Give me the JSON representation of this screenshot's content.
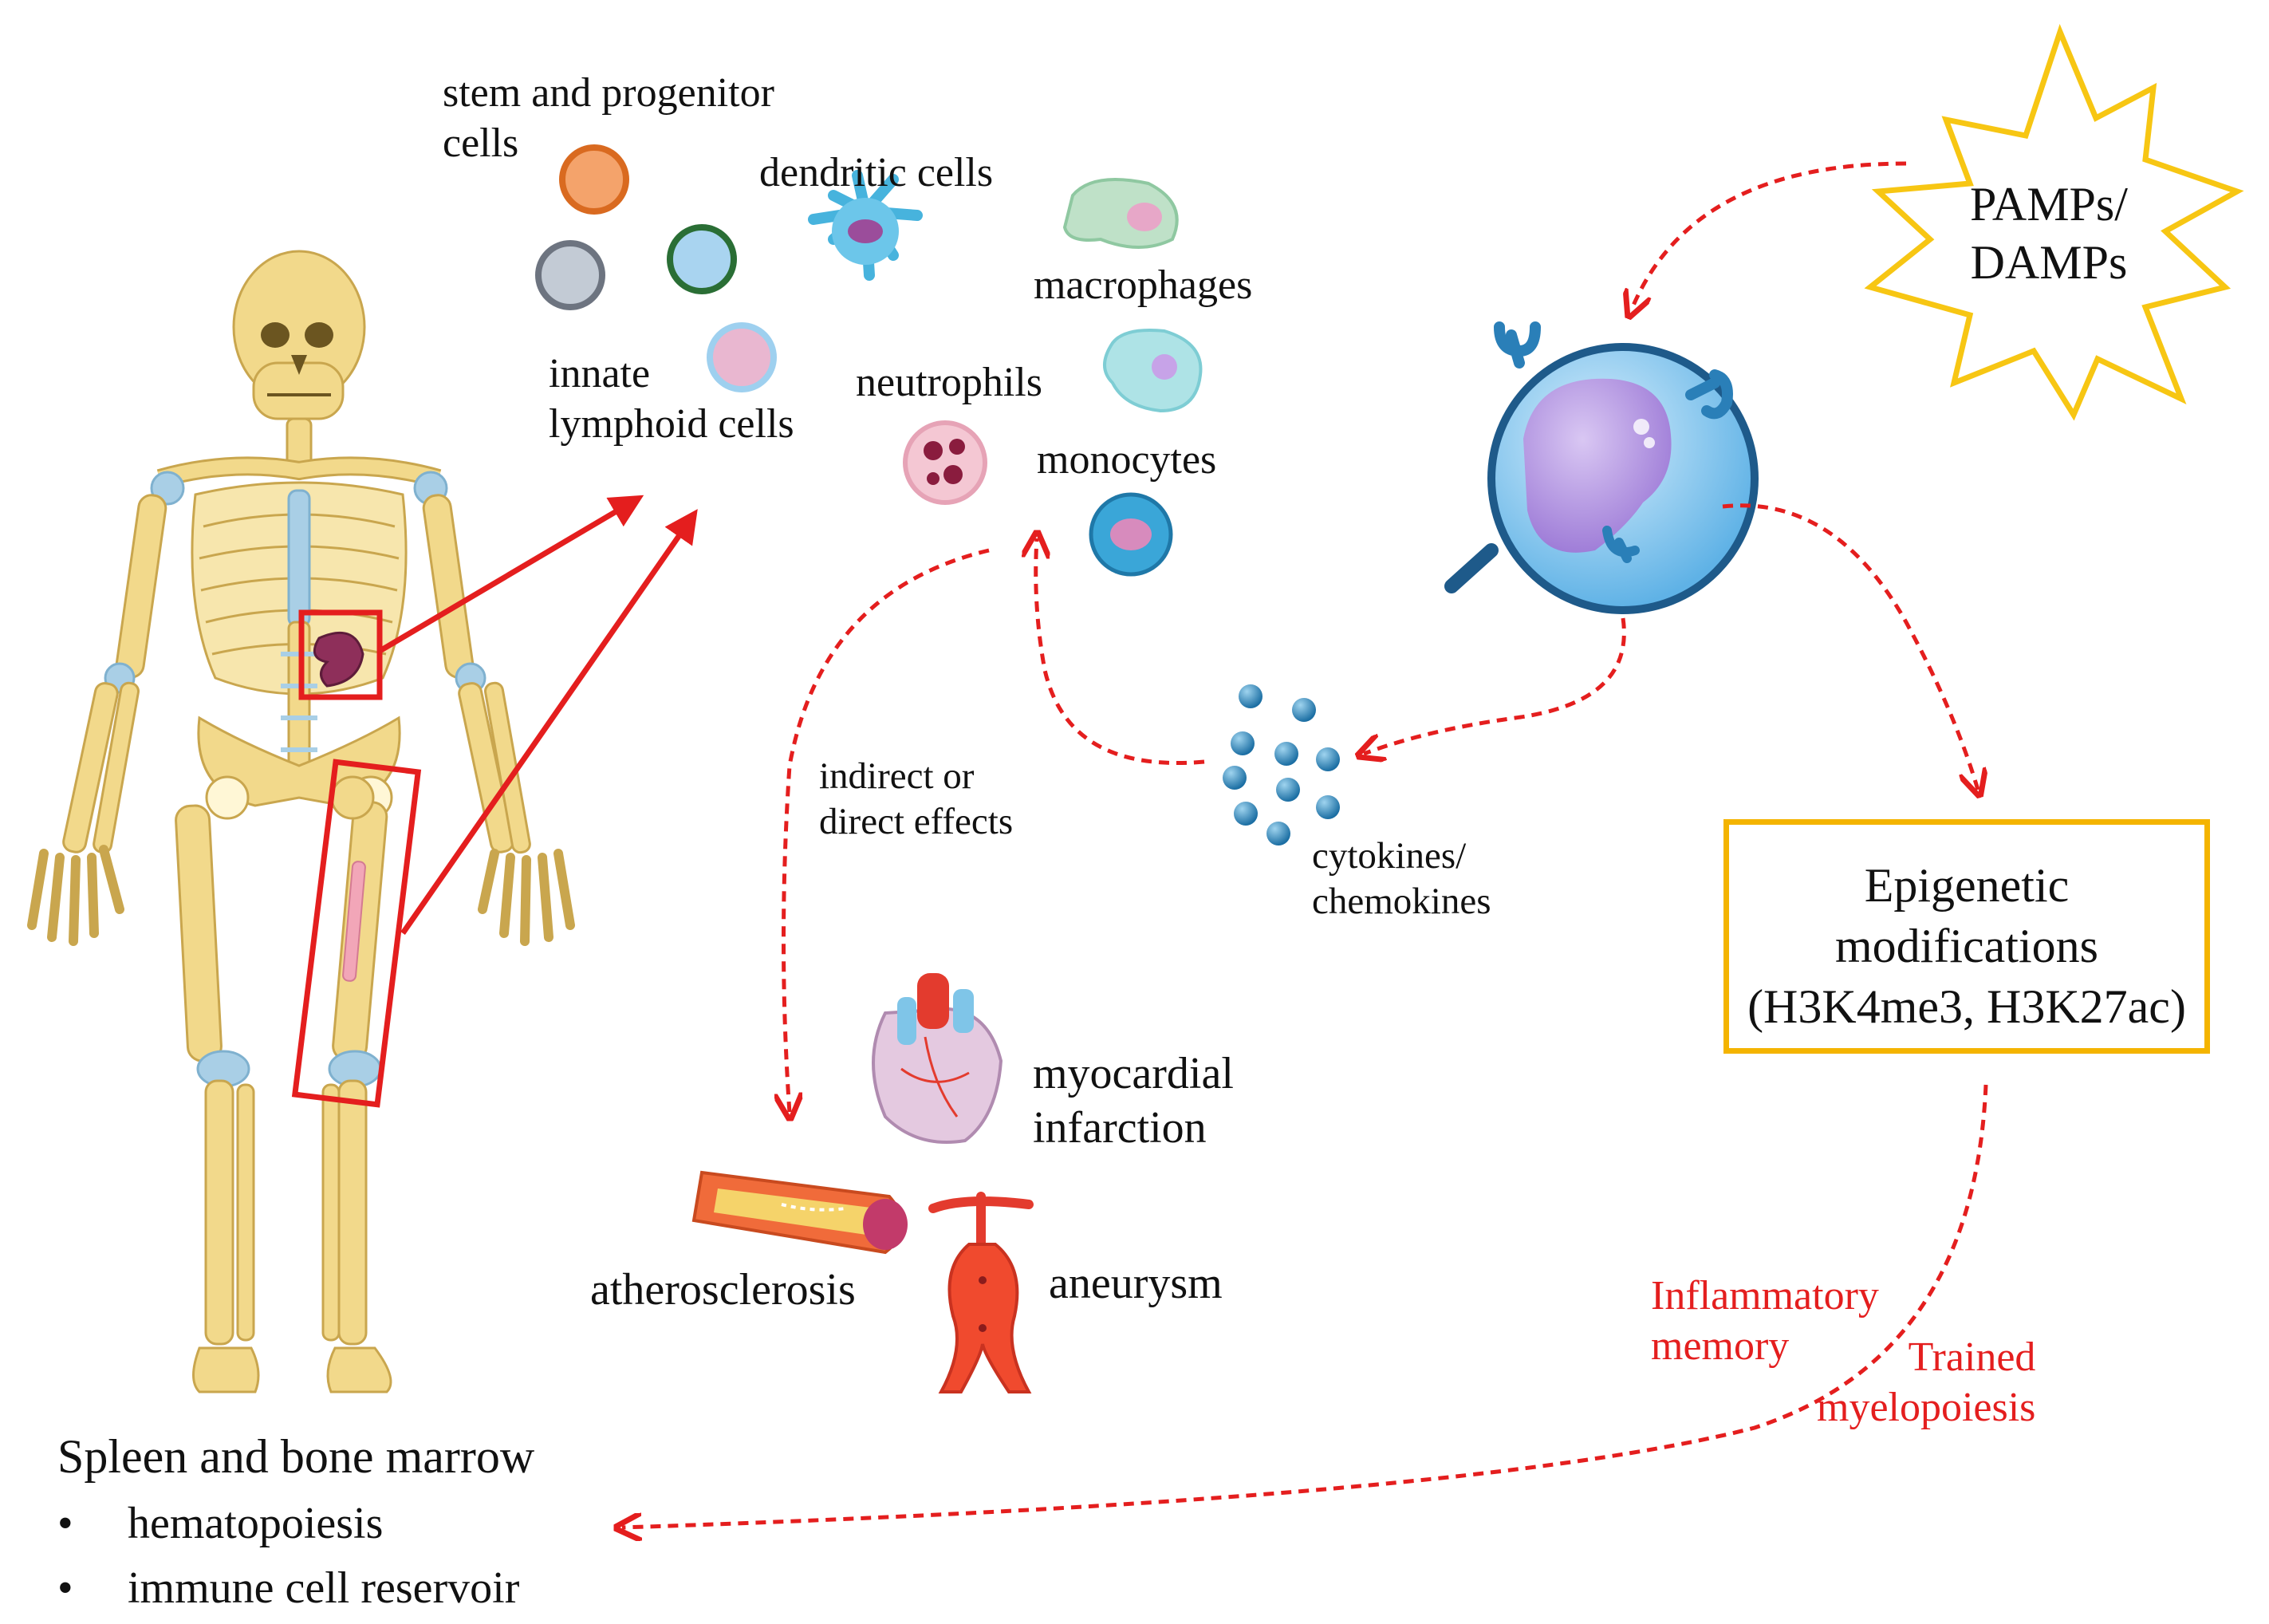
{
  "cells": {
    "stem_progenitor": "stem and progenitor\ncells",
    "dendritic": "dendritic cells",
    "macrophages": "macrophages",
    "innate_lymphoid": "innate\nlymphoid cells",
    "neutrophils": "neutrophils",
    "monocytes": "monocytes"
  },
  "stimulus": {
    "label": "PAMPs/\nDAMPs"
  },
  "cytokines": "cytokines/\nchemokines",
  "effects_label": "indirect or\ndirect effects",
  "epigenetic": {
    "line1": "Epigenetic",
    "line2": "modifications",
    "line3": "(H3K4me3, H3K27ac)"
  },
  "diseases": {
    "mi": "myocardial\ninfarction",
    "atherosclerosis": "atherosclerosis",
    "aneurysm": "aneurysm"
  },
  "memory": {
    "inflammatory": "Inflammatory\nmemory",
    "trained": "Trained\nmyelopoiesis"
  },
  "organs": {
    "title": "Spleen and bone marrow",
    "items": [
      "hematopoiesis",
      "immune cell reservoir"
    ],
    "bullet": "•"
  },
  "colors": {
    "arrow_red": "#e41e1e",
    "star_yellow": "#f7c613",
    "box_yellow": "#f4b400",
    "bone": "#f2d98b",
    "cartilage": "#a9cfe6"
  }
}
